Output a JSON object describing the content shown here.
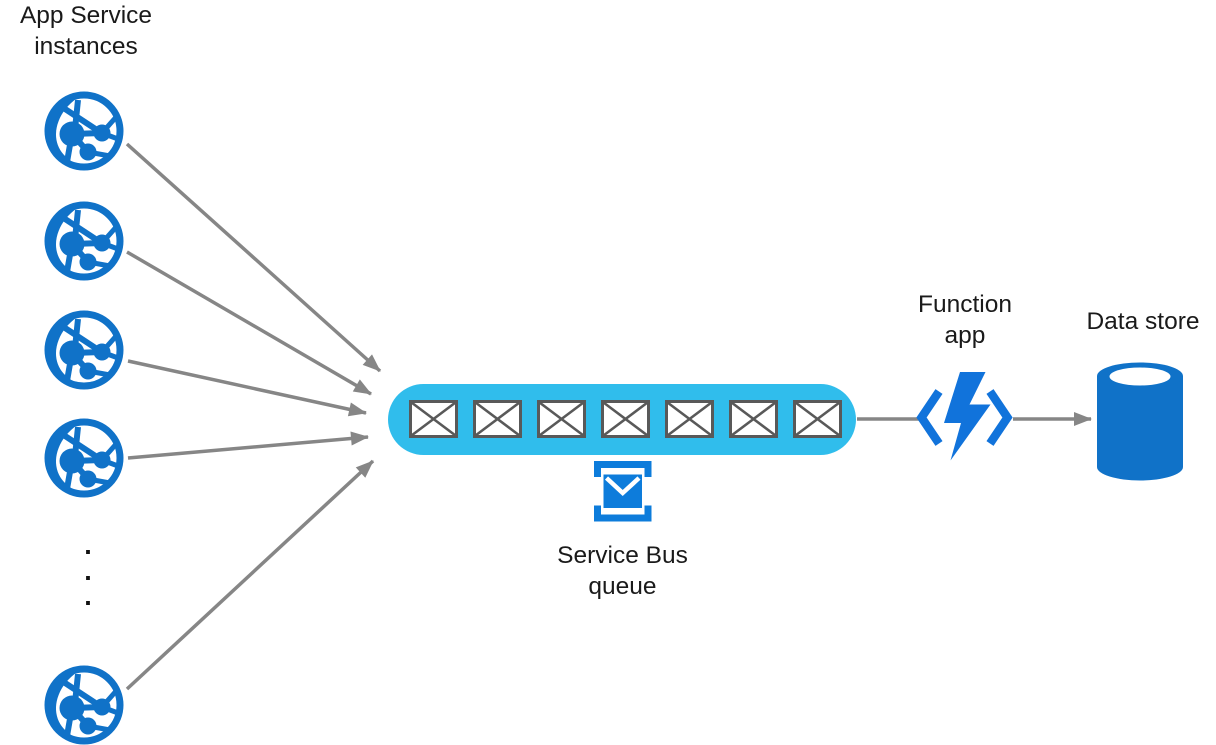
{
  "labels": {
    "app_service_instances": "App Service\ninstances",
    "service_bus_queue": "Service Bus\nqueue",
    "function_app": "Function\napp",
    "data_store": "Data store"
  },
  "diagram": {
    "app_service_instance_count": 5,
    "queue_message_count": 7,
    "ellipsis_dots": [
      ".",
      ".",
      "."
    ],
    "flow": "App Service instances -> Service Bus queue -> Function app -> Data store",
    "colors": {
      "app_service_blue": "#1072C8",
      "queue_cyan": "#30BDEC",
      "service_bus_blue": "#0D7CDB",
      "function_blue": "#1173DB",
      "data_store_blue": "#1072C8",
      "arrow_gray": "#868686",
      "envelope_gray": "#595959",
      "label_black": "#1A1A1A"
    }
  }
}
